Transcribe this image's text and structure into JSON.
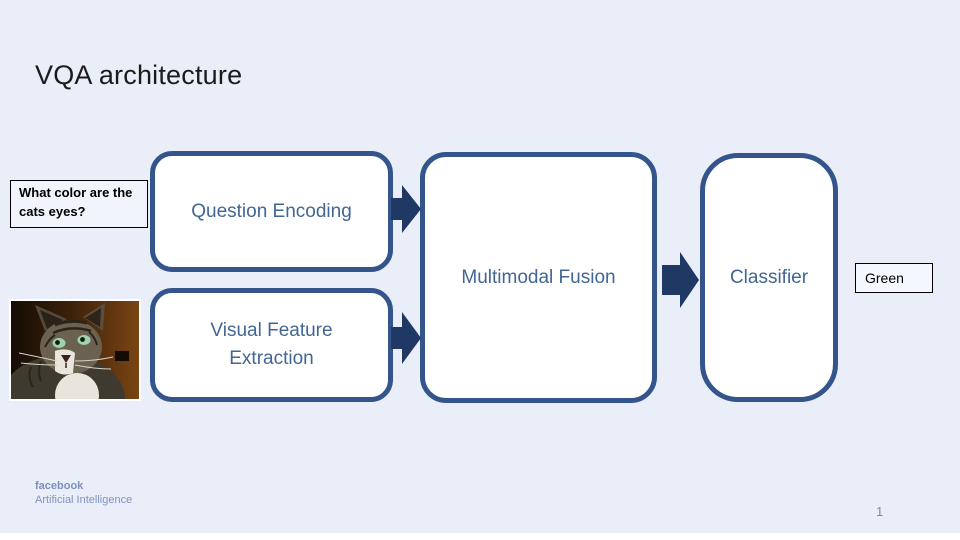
{
  "slide": {
    "title": "VQA architecture",
    "page_number": "1",
    "background_color": "#EAEEF8",
    "footer": {
      "brand": "facebook",
      "brand_sub": "Artificial Intelligence"
    }
  },
  "diagram": {
    "question_label": "What color are the cats eyes?",
    "boxes": [
      {
        "id": "question-encoding",
        "label": "Question Encoding"
      },
      {
        "id": "visual-feature-extraction",
        "label": "Visual Feature Extraction"
      },
      {
        "id": "multimodal-fusion",
        "label": "Multimodal Fusion"
      },
      {
        "id": "classifier",
        "label": "Classifier"
      }
    ],
    "answer_label": "Green",
    "colors": {
      "box_border": "#34558B",
      "box_text": "#426694",
      "arrow": "#1F3864"
    },
    "cat_image_alt": "tabby cat with green eyes on dark brown background"
  }
}
